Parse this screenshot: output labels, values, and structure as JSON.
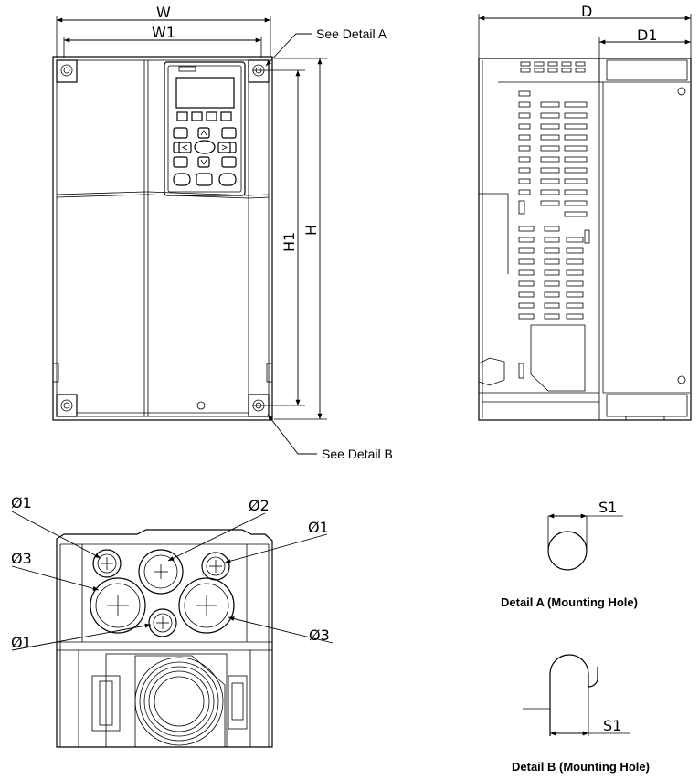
{
  "front_view": {
    "dim_w": "W",
    "dim_w1": "W1",
    "dim_h": "H",
    "dim_h1": "H1",
    "callout_a": "See Detail A",
    "callout_b": "See Detail B"
  },
  "side_view": {
    "dim_d": "D",
    "dim_d1": "D1"
  },
  "bottom_view": {
    "phi1_top_left": "Ø1",
    "phi2": "Ø2",
    "phi1_top_right": "Ø1",
    "phi3_left": "Ø3",
    "phi1_bottom_left": "Ø1",
    "phi3_right": "Ø3"
  },
  "detail_a": {
    "dim_s1": "S1",
    "caption": "Detail A (Mounting Hole)"
  },
  "detail_b": {
    "dim_s1": "S1",
    "caption": "Detail B (Mounting Hole)"
  }
}
